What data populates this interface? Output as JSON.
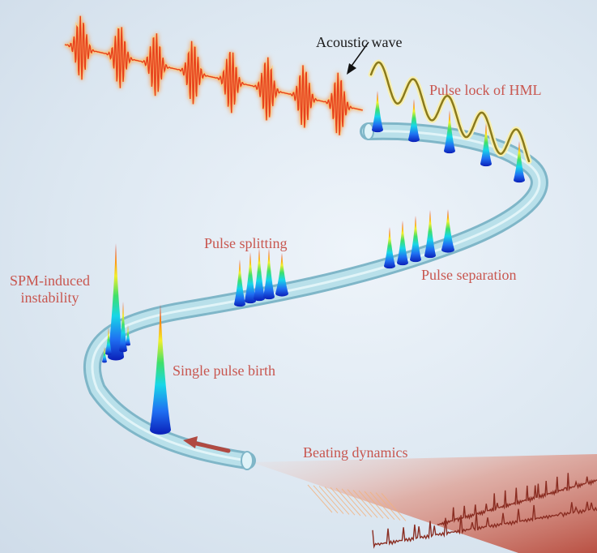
{
  "labels": {
    "acoustic_wave": "Acoustic wave",
    "pulse_lock": "Pulse lock of HML",
    "pulse_splitting": "Pulse splitting",
    "pulse_separation": "Pulse separation",
    "spm_line1": "SPM-induced",
    "spm_line2": "instability",
    "single_pulse_birth": "Single pulse birth",
    "beating_dynamics": "Beating dynamics"
  },
  "colors": {
    "background": "#dde8f2",
    "fiber": "#a9d6e3",
    "label_text": "#c8564f",
    "acoustic_wave_line": "#8a7a1c",
    "pulse_train": "#e8401a",
    "laser_cone": "#d36a52"
  }
}
